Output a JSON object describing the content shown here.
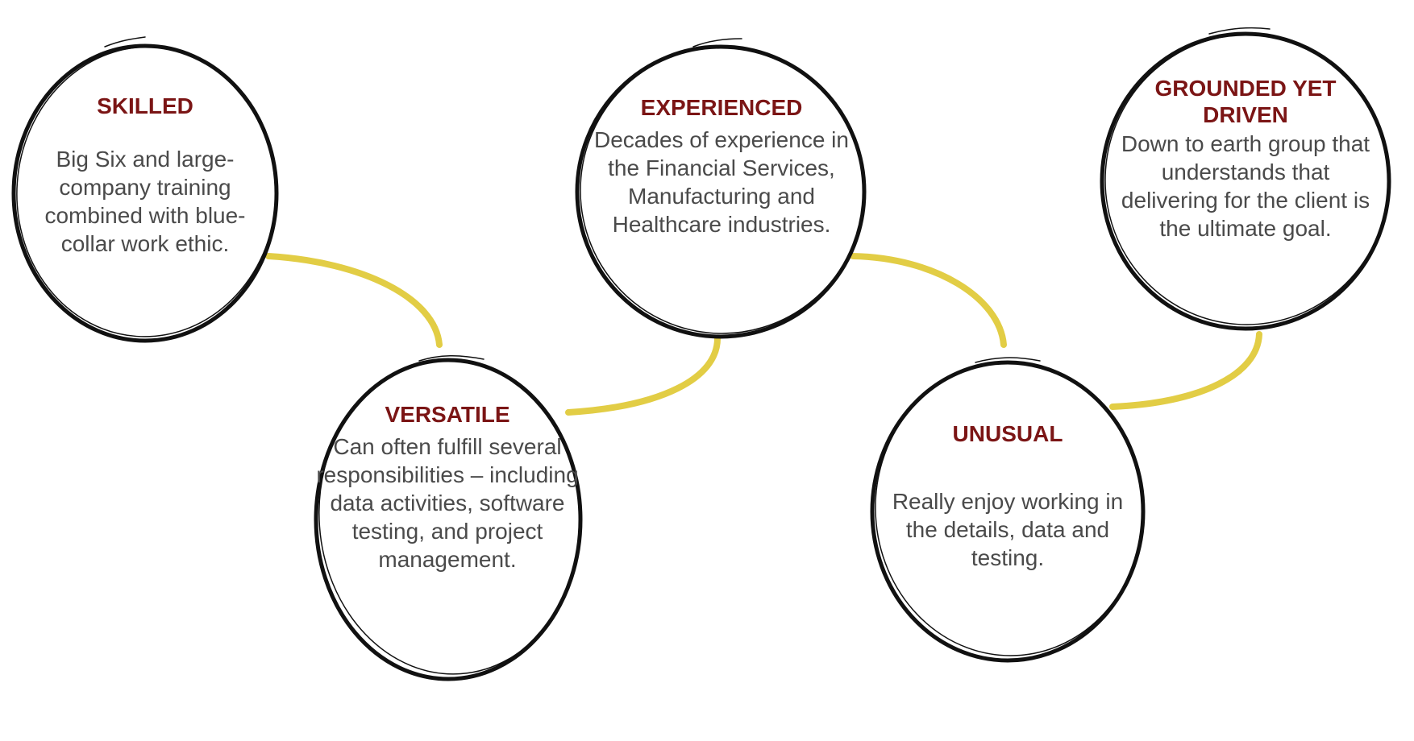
{
  "colors": {
    "title": "#7b1515",
    "text": "#4a4a4a",
    "connector": "#e2cd45",
    "outline": "#111111"
  },
  "nodes": [
    {
      "title": "SKILLED",
      "description": "Big Six and large-company training combined with blue-collar work ethic."
    },
    {
      "title": "VERSATILE",
      "description": "Can often fulfill several responsibilities – including data activities, software testing, and project management."
    },
    {
      "title": "EXPERIENCED",
      "description": "Decades of experience in the Financial Services, Manufacturing and Healthcare industries."
    },
    {
      "title": "UNUSUAL",
      "description": "Really enjoy working in the details, data and testing."
    },
    {
      "title": "GROUNDED YET DRIVEN",
      "description": "Down to earth group that understands that delivering for the client is the ultimate goal."
    }
  ]
}
